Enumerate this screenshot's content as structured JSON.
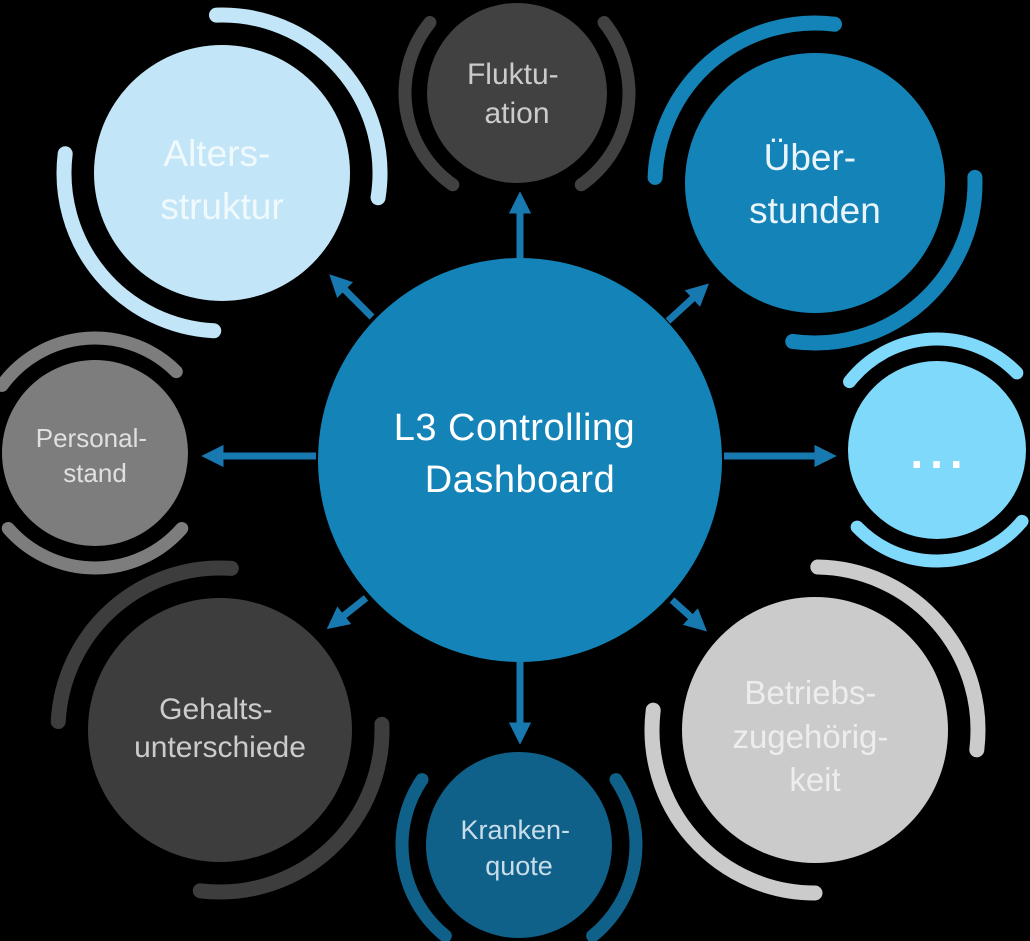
{
  "background_color": "#000000",
  "arrow_color": "#1878b0",
  "center": {
    "lines": [
      "L3 Controlling",
      "Dashboard"
    ],
    "color": "#1483b8",
    "text_color": "#ffffff"
  },
  "nodes": [
    {
      "id": "fluktuation",
      "lines": [
        "Fluktu-",
        "ation"
      ],
      "color": "#414141",
      "text_color": "#cccccc"
    },
    {
      "id": "altersstruktur",
      "lines": [
        "Alters-",
        "struktur"
      ],
      "color": "#c2e5f7",
      "text_color": "#f0fafd"
    },
    {
      "id": "ueberstunden",
      "lines": [
        "Über-",
        "stunden"
      ],
      "color": "#1483b8",
      "text_color": "#eaf5fb"
    },
    {
      "id": "personalstand",
      "lines": [
        "Personal-",
        "stand"
      ],
      "color": "#7d7d7d",
      "text_color": "#e0e0e0"
    },
    {
      "id": "weitere",
      "lines": [
        "..."
      ],
      "color": "#7fd9fb",
      "text_color": "#ffffff"
    },
    {
      "id": "gehaltsunterschiede",
      "lines": [
        "Gehalts-",
        "unterschiede"
      ],
      "color": "#3d3d3d",
      "text_color": "#cccccc"
    },
    {
      "id": "betriebszugehoerigkeit",
      "lines": [
        "Betriebs-",
        "zugehörig-",
        "keit"
      ],
      "color": "#cbcbcb",
      "text_color": "#ededed"
    },
    {
      "id": "krankenquote",
      "lines": [
        "Kranken-",
        "quote"
      ],
      "color": "#10618a",
      "text_color": "#c8dde9"
    }
  ]
}
